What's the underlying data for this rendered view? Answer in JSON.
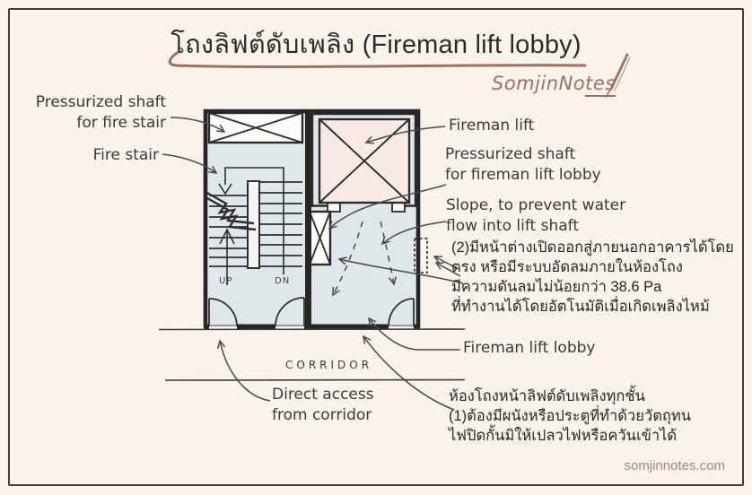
{
  "title": "โถงลิฟต์ดับเพลิง (Fireman lift lobby)",
  "brand": {
    "logo_prefix": "SomjinNo",
    "logo_suffix": "tes",
    "website": "somjinnotes.com"
  },
  "plan_labels": {
    "up": "UP",
    "dn": "DN",
    "corridor": "CORRIDOR"
  },
  "callouts": {
    "pressurized_fire_stair": [
      "Pressurized shaft",
      "for fire stair"
    ],
    "fire_stair": "Fire stair",
    "fireman_lift": "Fireman lift",
    "pressurized_lobby": [
      "Pressurized shaft",
      "for fireman lift lobby"
    ],
    "slope": [
      "Slope, to prevent water",
      "flow into lift shaft"
    ],
    "fireman_lift_lobby": "Fireman lift lobby",
    "direct_access": [
      "Direct access",
      "from corridor"
    ]
  },
  "notes": {
    "pressurization_requirement": [
      "(2)มีหน้าต่างเปิดออกสู่ภายนอกอาคารได้โดย",
      "ตรง หรือมีระบบอัดลมภายในห้องโถง",
      "มีความดันลมไม่น้อยกว่า 38.6 Pa",
      "ที่ทำงานได้โดยอัตโนมัติเมื่อเกิดเพลิงไหม้"
    ],
    "lobby_requirement": [
      "ห้องโถงหน้าลิฟต์ดับเพลิงทุกชั้น",
      "(1)ต้องมีผนังหรือประตูที่ทำด้วยวัตถุทน",
      "ไฟปิดกั้นมิให้เปลวไฟหรือควันเข้าได้"
    ]
  },
  "colors": {
    "background": "#faf3ec",
    "floor": "#e0e7ea",
    "lift_fill": "#f7eae5",
    "line": "#2b2b2b",
    "accent_brown": "#9a7164",
    "muted_text": "#a2887c"
  }
}
